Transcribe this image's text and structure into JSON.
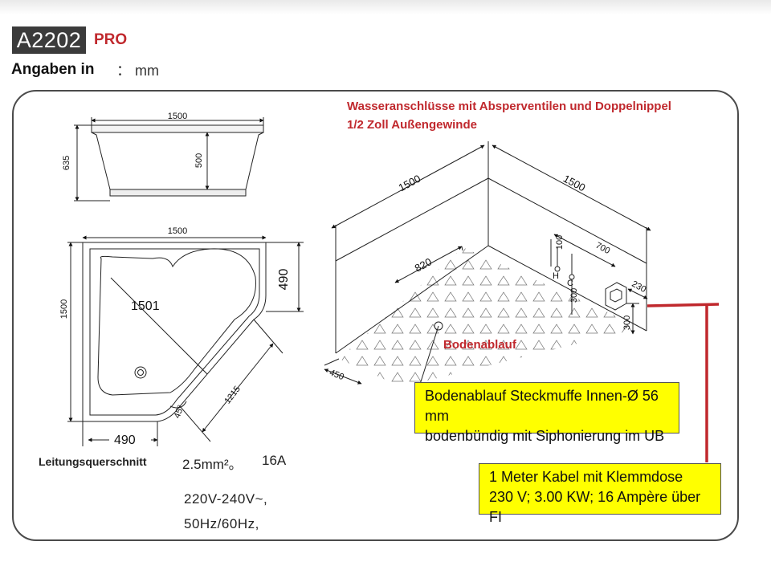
{
  "header": {
    "model": "A2202",
    "model_suffix": "PRO",
    "units_label": "Angaben in",
    "units_value": "： mm"
  },
  "front_view": {
    "width": "1500",
    "total_height": "635",
    "tub_depth": "500"
  },
  "top_view": {
    "width": "1500",
    "depth": "1500",
    "corner_depth": "490",
    "drain_offset": "1501",
    "front_length": "1215",
    "bottom_offset": "490",
    "angle": "45°"
  },
  "installation": {
    "note_line1": "Wasseranschlüsse mit Absperventilen und Doppelnippel",
    "note_line2": "1/2 Zoll Außengewinde",
    "wall_left": "1500",
    "wall_right": "1500",
    "drain_distance": "820",
    "floor_edge": "450",
    "valve_height": "100",
    "valve_distance": "700",
    "valve_hot": "H",
    "valve_cold": "C",
    "valve_floor_height": "300",
    "box_height": "300",
    "box_width": "230",
    "drain_label": "Bodenablauf"
  },
  "callouts": {
    "drain_line1": "Bodenablauf Steckmuffe Innen-Ø 56 mm",
    "drain_line2": "bodenbündig mit Siphonierung im UB",
    "cable_line1": "1 Meter Kabel mit Klemmdose",
    "cable_line2": "230 V; 3.00 KW; 16 Ampère über FI"
  },
  "electrical": {
    "label": "Leitungsquerschnitt",
    "cross_section": "2.5mm²。",
    "current": "16A",
    "voltage": "220V-240V~,",
    "frequency": "50Hz/60Hz,"
  },
  "colors": {
    "accent_red": "#c0282d",
    "callout_yellow": "#ffff00",
    "badge_dark": "#3b3b3b"
  }
}
